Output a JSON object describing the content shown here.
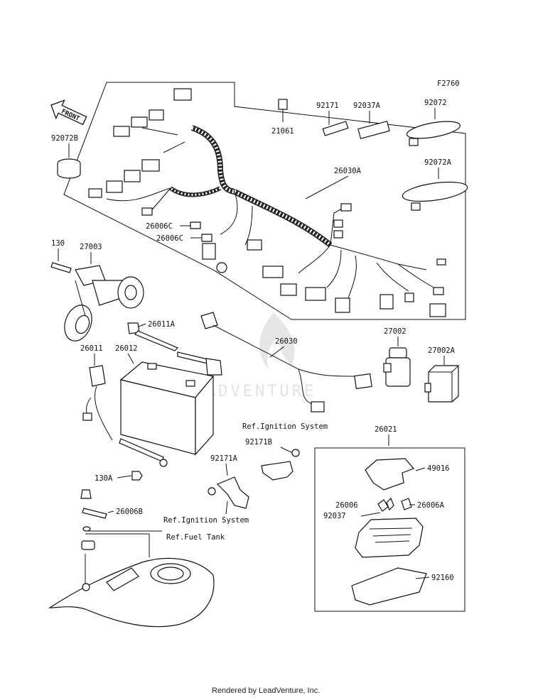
{
  "diagram": {
    "code": "F2760",
    "front_label": "FRONT",
    "watermark": "ADVENTURE",
    "footer": "Rendered by LeadVenture, Inc.",
    "parts": [
      {
        "id": "p21061",
        "label": "21061"
      },
      {
        "id": "p92171",
        "label": "92171"
      },
      {
        "id": "p92037A",
        "label": "92037A"
      },
      {
        "id": "p92072",
        "label": "92072"
      },
      {
        "id": "p92072B",
        "label": "92072B"
      },
      {
        "id": "p26030A",
        "label": "26030A"
      },
      {
        "id": "p92072A",
        "label": "92072A"
      },
      {
        "id": "p26006C_1",
        "label": "26006C"
      },
      {
        "id": "p26006C_2",
        "label": "26006C"
      },
      {
        "id": "p130",
        "label": "130"
      },
      {
        "id": "p27003",
        "label": "27003"
      },
      {
        "id": "p26011A",
        "label": "26011A"
      },
      {
        "id": "p26030",
        "label": "26030"
      },
      {
        "id": "p27002",
        "label": "27002"
      },
      {
        "id": "p26011",
        "label": "26011"
      },
      {
        "id": "p26012",
        "label": "26012"
      },
      {
        "id": "p27002A",
        "label": "27002A"
      },
      {
        "id": "p92171B",
        "label": "92171B"
      },
      {
        "id": "p26021",
        "label": "26021"
      },
      {
        "id": "p92171A",
        "label": "92171A"
      },
      {
        "id": "p49016",
        "label": "49016"
      },
      {
        "id": "p130A",
        "label": "130A"
      },
      {
        "id": "p26006B",
        "label": "26006B"
      },
      {
        "id": "p26006",
        "label": "26006"
      },
      {
        "id": "p26006A",
        "label": "26006A"
      },
      {
        "id": "p92037",
        "label": "92037"
      },
      {
        "id": "p92160",
        "label": "92160"
      }
    ],
    "references": [
      {
        "id": "ref_ign_1",
        "label": "Ref.Ignition System"
      },
      {
        "id": "ref_ign_2",
        "label": "Ref.Ignition System"
      },
      {
        "id": "ref_fuel",
        "label": "Ref.Fuel Tank"
      }
    ]
  }
}
